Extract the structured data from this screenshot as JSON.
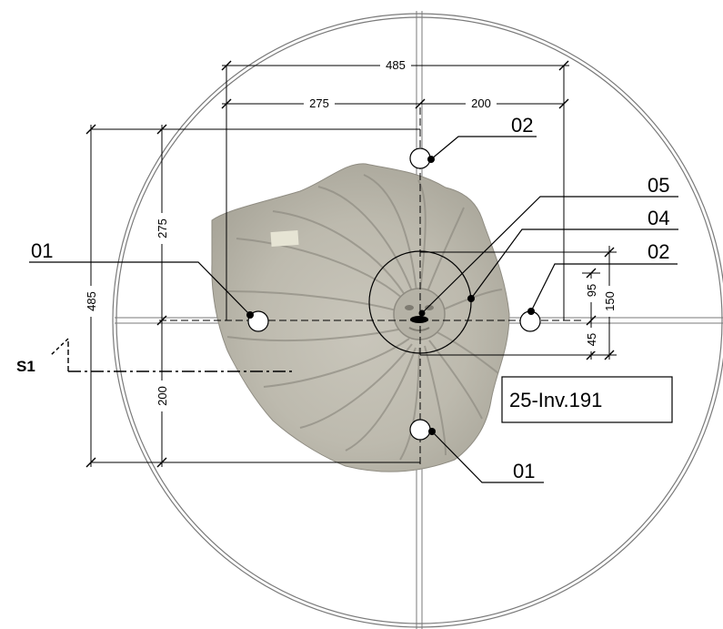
{
  "dimensions": {
    "top_total": "485",
    "top_left": "275",
    "top_right": "200",
    "left_total": "485",
    "left_upper": "275",
    "left_lower": "200",
    "right_95": "95",
    "right_150": "150",
    "right_45": "45"
  },
  "labels": {
    "hole_top": "02",
    "hole_right": "02",
    "hole_left": "01",
    "hole_bottom": "01",
    "center_mark": "05",
    "center_circle": "04"
  },
  "section_marker": "S1",
  "inventory_number": "25-Inv.191",
  "colors": {
    "stone_light": "#d8d6cc",
    "stone_mid": "#b9b6aa",
    "stone_dark": "#8f8c82",
    "line": "#000000",
    "basin_ring": "#7a7a7a"
  }
}
